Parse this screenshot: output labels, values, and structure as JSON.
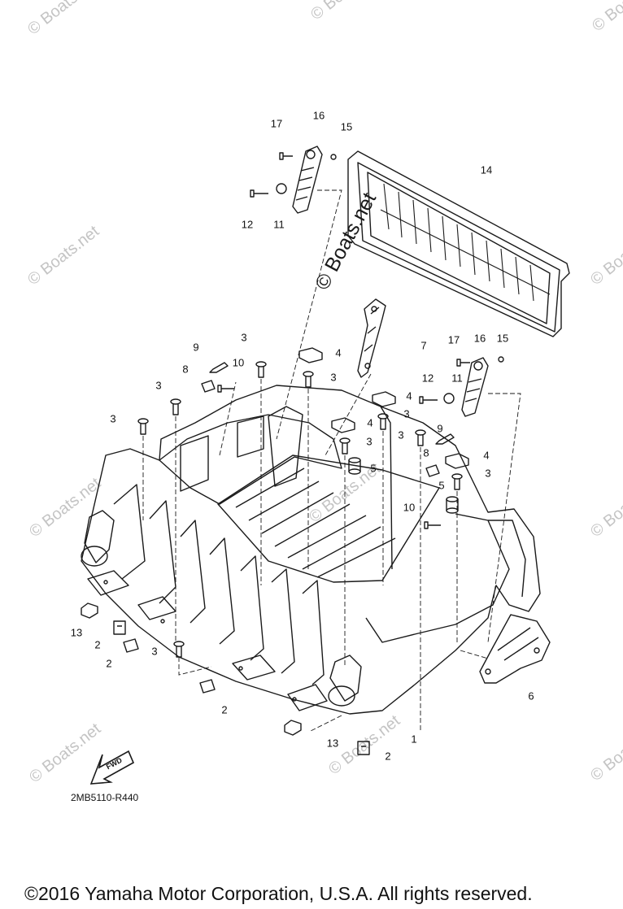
{
  "watermark": {
    "small_text": "© Boats.net",
    "large_text": "© Boats.net"
  },
  "callouts": [
    {
      "id": "c17a",
      "label": "17"
    },
    {
      "id": "c16a",
      "label": "16"
    },
    {
      "id": "c15a",
      "label": "15"
    },
    {
      "id": "c14",
      "label": "14"
    },
    {
      "id": "c12a",
      "label": "12"
    },
    {
      "id": "c11a",
      "label": "11"
    },
    {
      "id": "c7",
      "label": "7"
    },
    {
      "id": "c17b",
      "label": "17"
    },
    {
      "id": "c16b",
      "label": "16"
    },
    {
      "id": "c15b",
      "label": "15"
    },
    {
      "id": "c3a",
      "label": "3"
    },
    {
      "id": "c9a",
      "label": "9"
    },
    {
      "id": "c10a",
      "label": "10"
    },
    {
      "id": "c4a",
      "label": "4"
    },
    {
      "id": "c3b",
      "label": "3"
    },
    {
      "id": "c8a",
      "label": "8"
    },
    {
      "id": "c3c",
      "label": "3"
    },
    {
      "id": "c12b",
      "label": "12"
    },
    {
      "id": "c11b",
      "label": "11"
    },
    {
      "id": "c4b",
      "label": "4"
    },
    {
      "id": "c3d",
      "label": "3"
    },
    {
      "id": "c4c",
      "label": "4"
    },
    {
      "id": "c3e",
      "label": "3"
    },
    {
      "id": "c3f",
      "label": "3"
    },
    {
      "id": "c9b",
      "label": "9"
    },
    {
      "id": "c3g",
      "label": "3"
    },
    {
      "id": "c8b",
      "label": "8"
    },
    {
      "id": "c4d",
      "label": "4"
    },
    {
      "id": "c5a",
      "label": "5"
    },
    {
      "id": "c3h",
      "label": "3"
    },
    {
      "id": "c5b",
      "label": "5"
    },
    {
      "id": "c10b",
      "label": "10"
    },
    {
      "id": "c13a",
      "label": "13"
    },
    {
      "id": "c2a",
      "label": "2"
    },
    {
      "id": "c2b",
      "label": "2"
    },
    {
      "id": "c3i",
      "label": "3"
    },
    {
      "id": "c2c",
      "label": "2"
    },
    {
      "id": "c6",
      "label": "6"
    },
    {
      "id": "c1",
      "label": "1"
    },
    {
      "id": "c13b",
      "label": "13"
    },
    {
      "id": "c2d",
      "label": "2"
    }
  ],
  "fwd_label": "FWD",
  "diagram_code": "2MB5110-R440",
  "copyright": "©2016 Yamaha Motor Corporation, U.S.A. All rights reserved."
}
